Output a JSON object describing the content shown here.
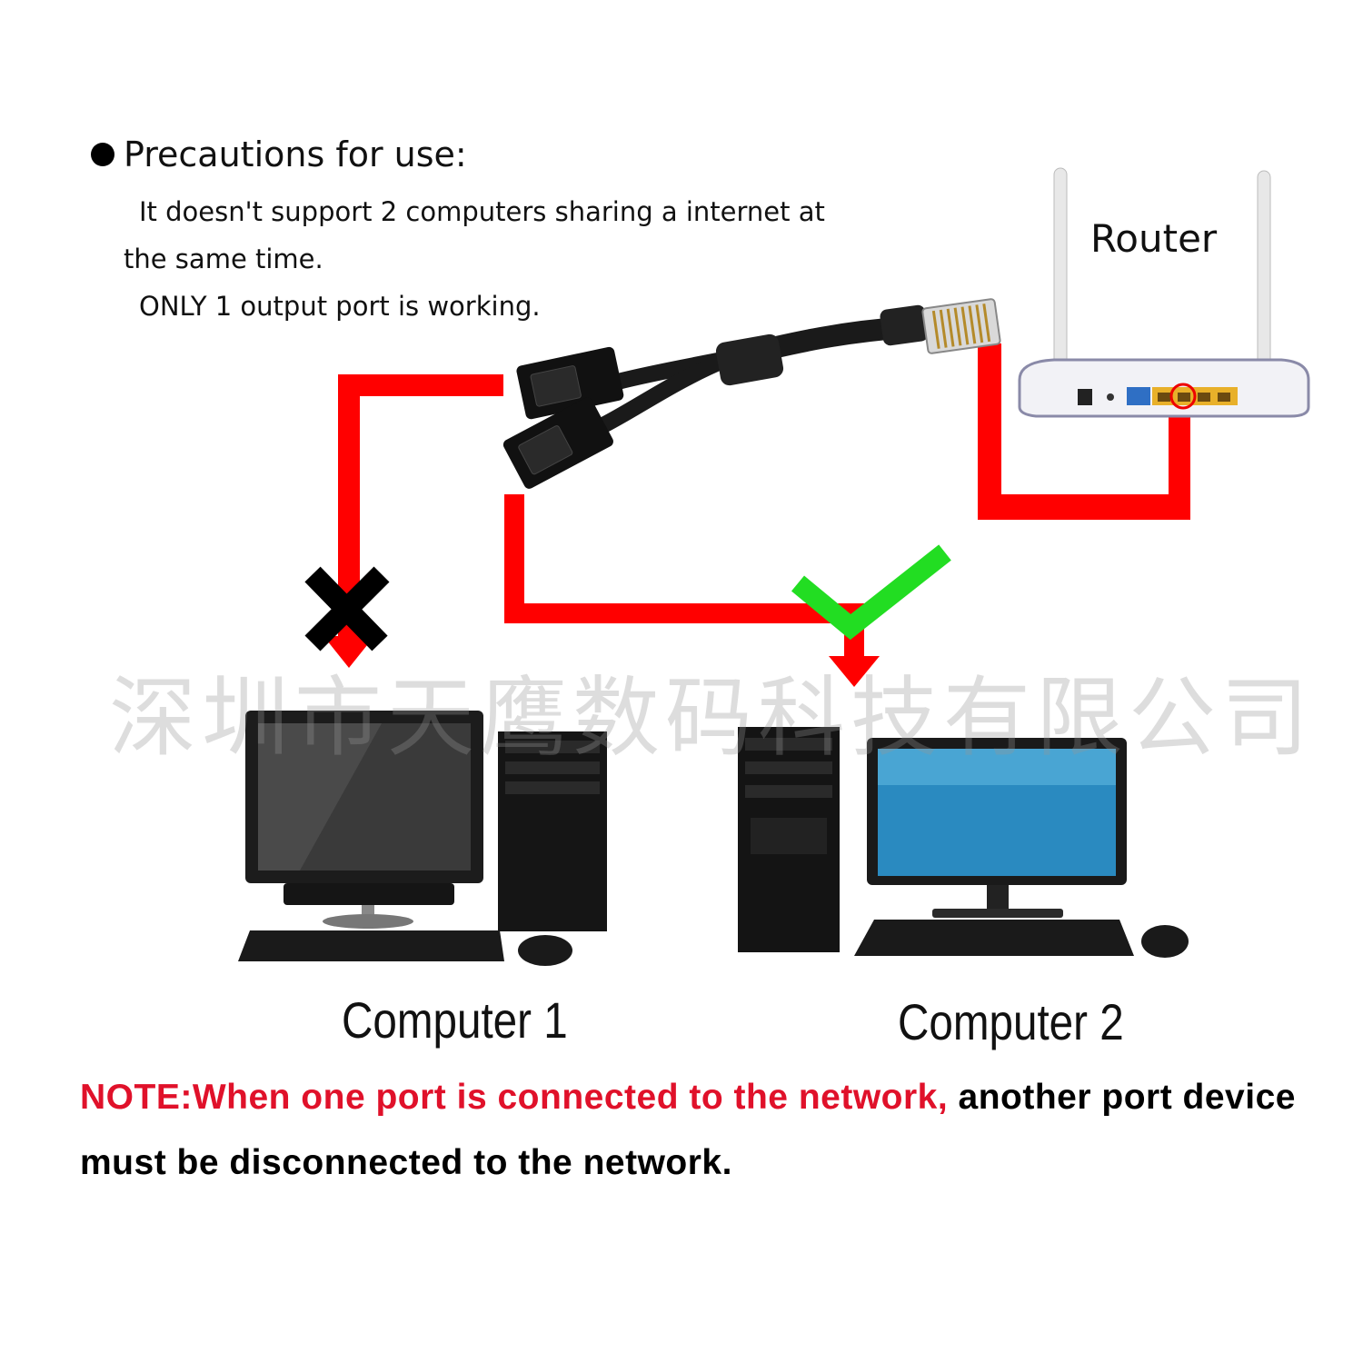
{
  "precautions": {
    "title": "Precautions for use:",
    "line1": "It doesn't support 2 computers sharing a internet at",
    "line2": "the same time.",
    "line3": "ONLY 1 output port is working."
  },
  "router": {
    "label": "Router"
  },
  "computers": [
    {
      "label": "Computer 1",
      "status": "cross-icon"
    },
    {
      "label": "Computer 2",
      "status": "check-icon"
    }
  ],
  "watermark": "深圳市天鹰数码科技有限公司",
  "note": {
    "red_part": "NOTE:When one port is connected to the network,",
    "black_part": " another port device must be disconnected to the network."
  },
  "colors": {
    "connection_line": "#ff0000",
    "check": "#22dd22",
    "cross": "#000000",
    "note_red": "#e0112a"
  }
}
